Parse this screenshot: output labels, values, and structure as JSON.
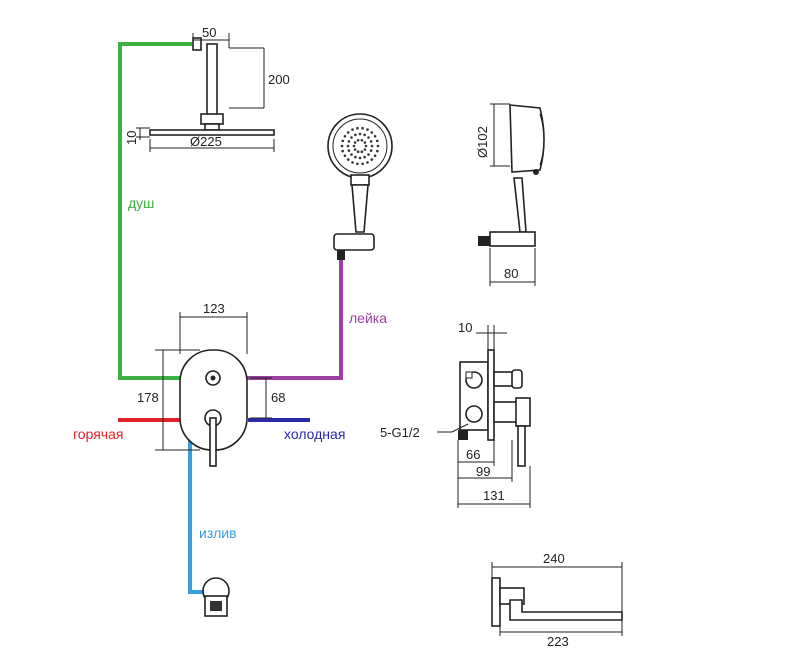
{
  "colors": {
    "shower_pipe": "#3cb043",
    "handset_pipe": "#9b3fa0",
    "hot_pipe": "#e0232b",
    "cold_pipe": "#2a2aa6",
    "spout_pipe": "#3a9fd8"
  },
  "labels": {
    "shower": "душ",
    "handset": "лейка",
    "hot": "горячая",
    "cold": "холодная",
    "spout": "излив",
    "thread": "5-G1/2"
  },
  "dimensions": {
    "head_arm_width": "50",
    "head_arm_length": "200",
    "head_thickness": "10",
    "head_diameter": "Ø225",
    "hand_diameter": "Ø102",
    "holder_width": "80",
    "plate_width": "123",
    "plate_height": "178",
    "outlet_offset": "68",
    "body_depth": "10",
    "body_66": "66",
    "body_99": "99",
    "body_131": "131",
    "spout_total": "240",
    "spout_reach": "223"
  }
}
